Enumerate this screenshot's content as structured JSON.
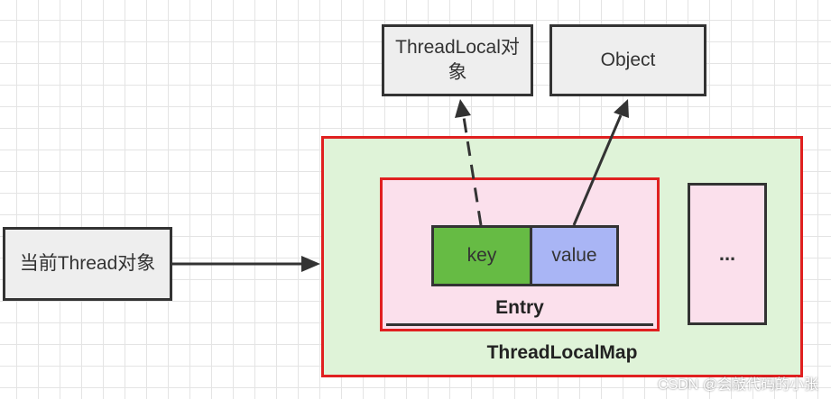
{
  "nodes": {
    "thread_object": "当前Thread对象",
    "threadlocal_object": "ThreadLocal对象",
    "object": "Object",
    "key": "key",
    "value": "value",
    "entry": "Entry",
    "more": "...",
    "threadlocalmap": "ThreadLocalMap"
  },
  "watermark": "CSDN @会敲代码的小张",
  "colors": {
    "gray_box": "#eeeeee",
    "map_fill": "#dff3d8",
    "map_border": "#e02020",
    "entry_fill": "#fbe0ec",
    "key_fill": "#66bb44",
    "value_fill": "#a9b5f5",
    "line": "#333333"
  }
}
